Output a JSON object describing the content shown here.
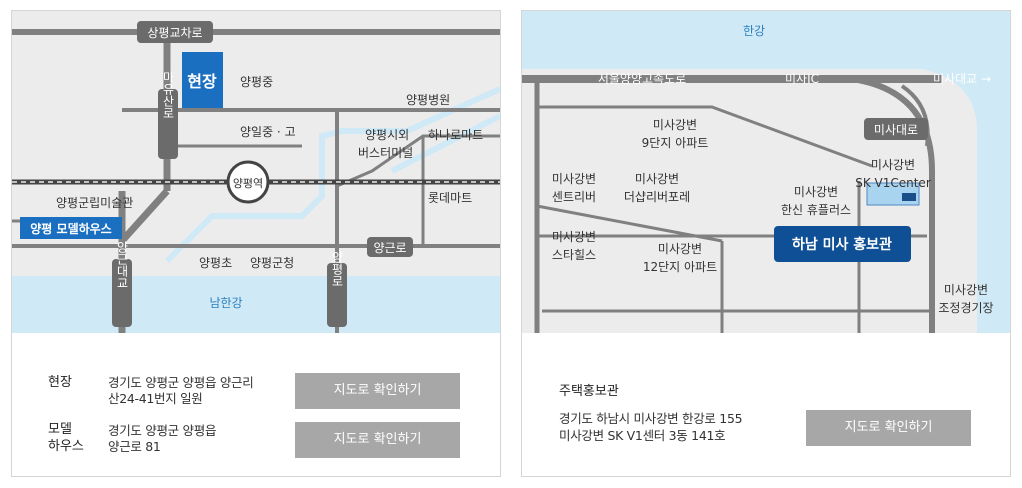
{
  "left": {
    "map": {
      "road_sangpyeong": "상평교차로",
      "road_mayusan": "마유산로",
      "road_yangeun_bridge": "양근대교",
      "road_yangpyeong": "양평로",
      "road_yanggeun": "양근로",
      "site": "현장",
      "yangpyeong_middle": "양평중",
      "yangil": "양일중 · 고",
      "hospital": "양평병원",
      "bus_terminal_1": "양평시외",
      "bus_terminal_2": "버스터미널",
      "hanaro": "하나로마트",
      "station": "양평역",
      "lotte": "롯데마트",
      "museum": "양평군립미술관",
      "model_house": "양평 모델하우스",
      "elementary": "양평초",
      "county_office": "양평군청",
      "river": "남한강"
    },
    "info": {
      "rows": [
        {
          "label_1": "현장",
          "label_2": "",
          "addr_1": "경기도 양평군 양평읍 양근리",
          "addr_2": "산24-41번지 일원",
          "button": "지도로 확인하기"
        },
        {
          "label_1": "모델",
          "label_2": "하우스",
          "addr_1": "경기도 양평군 양평읍",
          "addr_2": "양근로 81",
          "button": "지도로 확인하기"
        }
      ]
    }
  },
  "right": {
    "map": {
      "river": "한강",
      "expressway": "서울양양고속도로",
      "misa_ic": "미사IC",
      "misa_bridge": "미사대교 →",
      "misa_daero": "미사대로",
      "apt9_1": "미사강변",
      "apt9_2": "9단지 아파트",
      "sk_1": "미사강변",
      "sk_2": "SK V1Center",
      "central_1": "미사강변",
      "central_2": "센트리버",
      "deshap_1": "미사강변",
      "deshap_2": "더샵리버포레",
      "hanshin_1": "미사강변",
      "hanshin_2": "한신 휴플러스",
      "promo": "하남 미사 홍보관",
      "starhills_1": "미사강변",
      "starhills_2": "스타힐스",
      "apt12_1": "미사강변",
      "apt12_2": "12단지 아파트",
      "rowing_1": "미사강변",
      "rowing_2": "조정경기장"
    },
    "info": {
      "title": "주택홍보관",
      "addr_1": "경기도 하남시 미사강변 한강로 155",
      "addr_2": "미사강변 SK V1센터 3동 141호",
      "button": "지도로 확인하기"
    }
  },
  "colors": {
    "road": "#808080",
    "water": "#cfe9f6",
    "brand_blue": "#1a6fc0",
    "dark_blue": "#0e4f95",
    "button_gray": "#a7a7a7"
  }
}
